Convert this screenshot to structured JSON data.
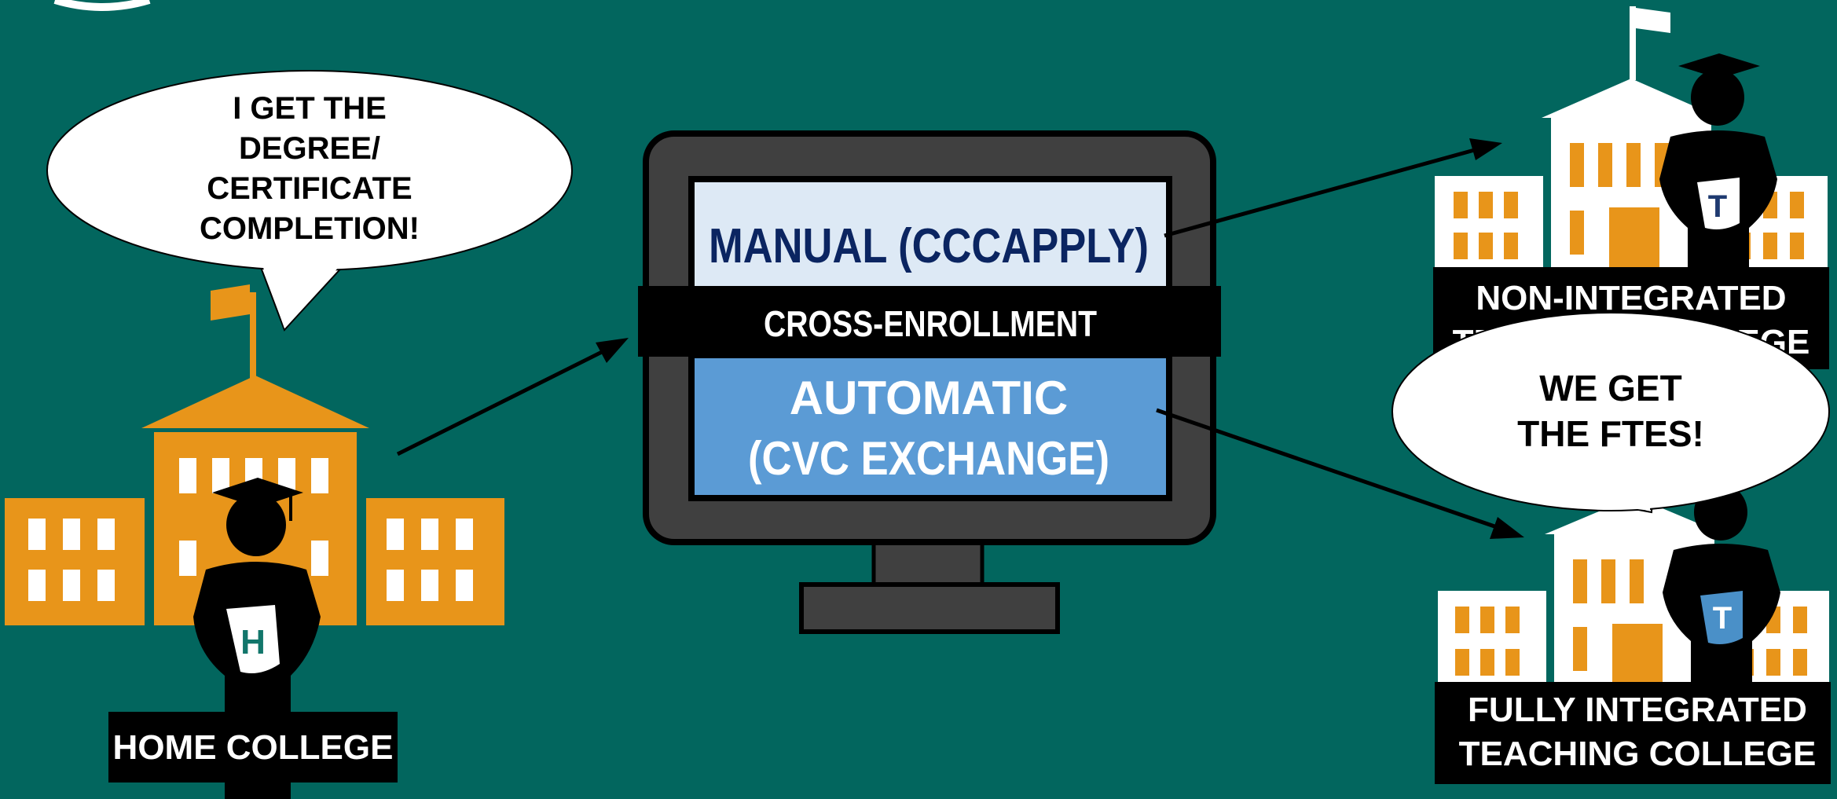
{
  "home": {
    "bubble": [
      "I GET THE",
      "DEGREE/",
      "CERTIFICATE",
      "COMPLETION!"
    ],
    "badge_letter": "H",
    "label": "HOME COLLEGE"
  },
  "monitor": {
    "manual": "MANUAL (CCCAPPLY)",
    "band": "CROSS-ENROLLMENT",
    "automatic": [
      "AUTOMATIC",
      "(CVC EXCHANGE)"
    ]
  },
  "non_integrated": {
    "badge_letter": "T",
    "label": [
      "NON-INTEGRATED",
      "TEACHING COLLEGE"
    ]
  },
  "fully_integrated": {
    "bubble": [
      "WE GET",
      "THE FTES!"
    ],
    "badge_letter": "T",
    "label": [
      "FULLY INTEGRATED",
      "TEACHING COLLEGE"
    ]
  },
  "colors": {
    "background": "#02665e",
    "orange": "#e8951a",
    "manual_fill": "#dde9f5",
    "manual_text": "#0b2561",
    "automatic_fill": "#5b9bd5",
    "monitor": "#404040",
    "badge_teal": "#12766b",
    "badge_blue": "#4a90c8"
  },
  "icons": [
    "school-building-icon",
    "graduate-icon",
    "flag-icon",
    "monitor-icon",
    "arrow-icon",
    "speech-bubble-icon"
  ]
}
